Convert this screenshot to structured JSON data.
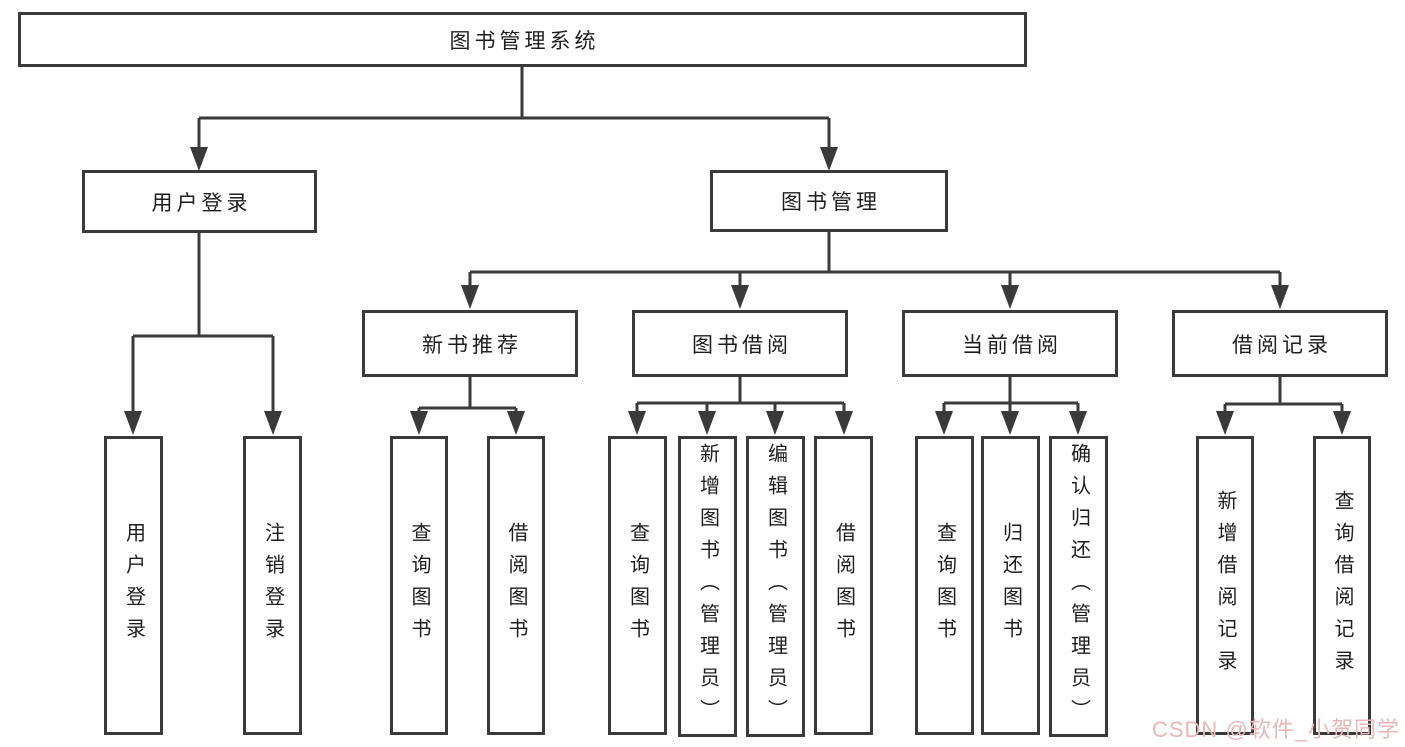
{
  "colors": {
    "line": "#3a3a3a",
    "text": "#1e1e1e",
    "node-bg": "#ffffff",
    "watermark": "#eab6b6"
  },
  "watermark": {
    "text": "CSDN @软件_小贺同学"
  },
  "tree": {
    "label": "图书管理系统",
    "children": [
      {
        "label": "用户登录",
        "children": [
          {
            "label": "用户登录"
          },
          {
            "label": "注销登录"
          }
        ]
      },
      {
        "label": "图书管理",
        "children": [
          {
            "label": "新书推荐",
            "children": [
              {
                "label": "查询图书"
              },
              {
                "label": "借阅图书"
              }
            ]
          },
          {
            "label": "图书借阅",
            "children": [
              {
                "label": "查询图书"
              },
              {
                "label": "新增图书（管理员）"
              },
              {
                "label": "编辑图书（管理员）"
              },
              {
                "label": "借阅图书"
              }
            ]
          },
          {
            "label": "当前借阅",
            "children": [
              {
                "label": "查询图书"
              },
              {
                "label": "归还图书"
              },
              {
                "label": "确认归还（管理员）"
              }
            ]
          },
          {
            "label": "借阅记录",
            "children": [
              {
                "label": "新增借阅记录"
              },
              {
                "label": "查询借阅记录"
              }
            ]
          }
        ]
      }
    ]
  }
}
